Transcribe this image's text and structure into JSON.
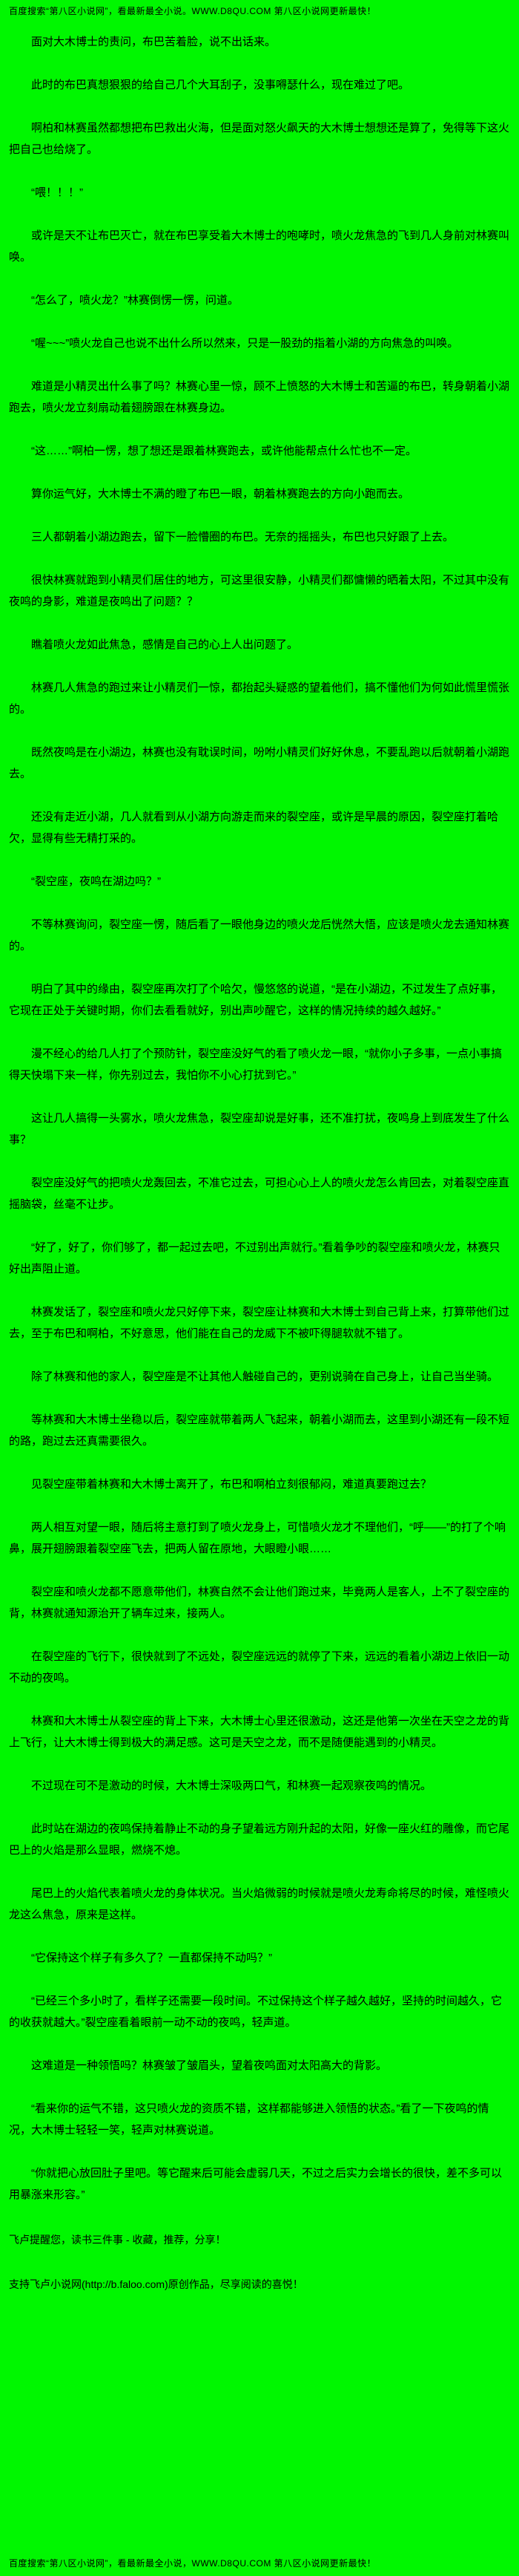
{
  "page": {
    "bg_color": "#00f700",
    "text_color": "#000000"
  },
  "header": {
    "promo": "百度搜索“第八区小说网”，看最新最全小说。WWW.D8QU.COM  第八区小说网更新最快！"
  },
  "content": {
    "paragraphs": [
      "面对大木博士的责问，布巴苦着脸，说不出话来。",
      "此时的布巴真想狠狠的给自己几个大耳刮子，没事嘚瑟什么，现在难过了吧。",
      "啊柏和林赛虽然都想把布巴救出火海，但是面对怒火飙天的大木博士想想还是算了，免得等下这火把自己也给烧了。",
      "“喂！！！”",
      "或许是天不让布巴灭亡，就在布巴享受着大木博士的咆哮时，喷火龙焦急的飞到几人身前对林赛叫唤。",
      "“怎么了，喷火龙？”林赛倒愣一愣，问道。",
      "“喔~~~”喷火龙自己也说不出什么所以然来，只是一股劲的指着小湖的方向焦急的叫唤。",
      "难道是小精灵出什么事了吗？林赛心里一惊，顾不上愤怒的大木博士和苦逼的布巴，转身朝着小湖跑去，喷火龙立刻扇动着翅膀跟在林赛身边。",
      "“这……”啊柏一愣，想了想还是跟着林赛跑去，或许他能帮点什么忙也不一定。",
      "算你运气好，大木博士不满的瞪了布巴一眼，朝着林赛跑去的方向小跑而去。",
      "三人都朝着小湖边跑去，留下一脸懵圈的布巴。无奈的摇摇头，布巴也只好跟了上去。",
      "很快林赛就跑到小精灵们居住的地方，可这里很安静，小精灵们都慵懒的晒着太阳，不过其中没有夜鸣的身影，难道是夜鸣出了问题？？",
      "瞧着喷火龙如此焦急，感情是自己的心上人出问题了。",
      "林赛几人焦急的跑过来让小精灵们一惊，都抬起头疑惑的望着他们，搞不懂他们为何如此慌里慌张的。",
      "既然夜鸣是在小湖边，林赛也没有耽误时间，吩咐小精灵们好好休息，不要乱跑以后就朝着小湖跑去。",
      "还没有走近小湖，几人就看到从小湖方向游走而来的裂空座，或许是早晨的原因，裂空座打着哈欠，显得有些无精打采的。",
      "“裂空座，夜鸣在湖边吗？”",
      "不等林赛询问，裂空座一愣，随后看了一眼他身边的喷火龙后恍然大悟，应该是喷火龙去通知林赛的。",
      "明白了其中的缘由，裂空座再次打了个哈欠，慢悠悠的说道，“是在小湖边，不过发生了点好事，它现在正处于关键时期，你们去看看就好，别出声吵醒它，这样的情况持续的越久越好。”",
      "漫不经心的给几人打了个预防针，裂空座没好气的看了喷火龙一眼，“就你小子多事，一点小事搞得天快塌下来一样，你先别过去，我怕你不小心打扰到它。”",
      "这让几人搞得一头雾水，喷火龙焦急，裂空座却说是好事，还不准打扰，夜鸣身上到底发生了什么事？",
      "裂空座没好气的把喷火龙轰回去，不准它过去，可担心心上人的喷火龙怎么肯回去，对着裂空座直摇脑袋，丝毫不让步。",
      "“好了，好了，你们够了，都一起过去吧，不过别出声就行。”看着争吵的裂空座和喷火龙，林赛只好出声阻止道。",
      "林赛发话了，裂空座和喷火龙只好停下来，裂空座让林赛和大木博士到自己背上来，打算带他们过去，至于布巴和啊柏，不好意思，他们能在自己的龙威下不被吓得腿软就不错了。",
      "除了林赛和他的家人，裂空座是不让其他人触碰自己的，更别说骑在自己身上，让自己当坐骑。",
      "等林赛和大木博士坐稳以后，裂空座就带着两人飞起来，朝着小湖而去，这里到小湖还有一段不短的路，跑过去还真需要很久。",
      "见裂空座带着林赛和大木博士离开了，布巴和啊柏立刻很郁闷，难道真要跑过去？",
      "两人相互对望一眼，随后将主意打到了喷火龙身上，可惜喷火龙才不理他们，“呼——”的打了个响鼻，展开翅膀跟着裂空座飞去，把两人留在原地，大眼瞪小眼……",
      "裂空座和喷火龙都不愿意带他们，林赛自然不会让他们跑过来，毕竟两人是客人，上不了裂空座的背，林赛就通知源治开了辆车过来，接两人。",
      "在裂空座的飞行下，很快就到了不远处，裂空座远远的就停了下来，远远的看着小湖边上依旧一动不动的夜鸣。",
      "林赛和大木博士从裂空座的背上下来，大木博士心里还很激动，这还是他第一次坐在天空之龙的背上飞行，让大木博士得到极大的满足感。这可是天空之龙，而不是随便能遇到的小精灵。",
      "不过现在可不是激动的时候，大木博士深吸两口气，和林赛一起观察夜鸣的情况。",
      "此时站在湖边的夜鸣保持着静止不动的身子望着远方刚升起的太阳，好像一座火红的雕像，而它尾巴上的火焰是那么显眼，燃烧不熄。",
      "尾巴上的火焰代表着喷火龙的身体状况。当火焰微弱的时候就是喷火龙寿命将尽的时候，难怪喷火龙这么焦急，原来是这样。",
      "“它保持这个样子有多久了？一直都保持不动吗？”",
      "“已经三个多小时了，看样子还需要一段时间。不过保持这个样子越久越好，坚持的时间越久，它的收获就越大。”裂空座看着眼前一动不动的夜鸣，轻声道。",
      "这难道是一种领悟吗？林赛皱了皱眉头，望着夜鸣面对太阳高大的背影。",
      "“看来你的运气不错，这只喷火龙的资质不错，这样都能够进入领悟的状态。”看了一下夜鸣的情况，大木博士轻轻一笑，轻声对林赛说道。",
      "“你就把心放回肚子里吧。等它醒来后可能会虚弱几天，不过之后实力会增长的很快，差不多可以用暴涨来形容。”"
    ]
  },
  "footer": {
    "reminder": "飞卢提醒您，读书三件事 - 收藏，推荐，分享！",
    "support": "支持飞卢小说网(http://b.faloo.com)原创作品，尽享阅读的喜悦！",
    "promo": "百度搜索“第八区小说网”，看最新最全小说，WWW.D8QU.COM 第八区小说网更新最快！"
  }
}
